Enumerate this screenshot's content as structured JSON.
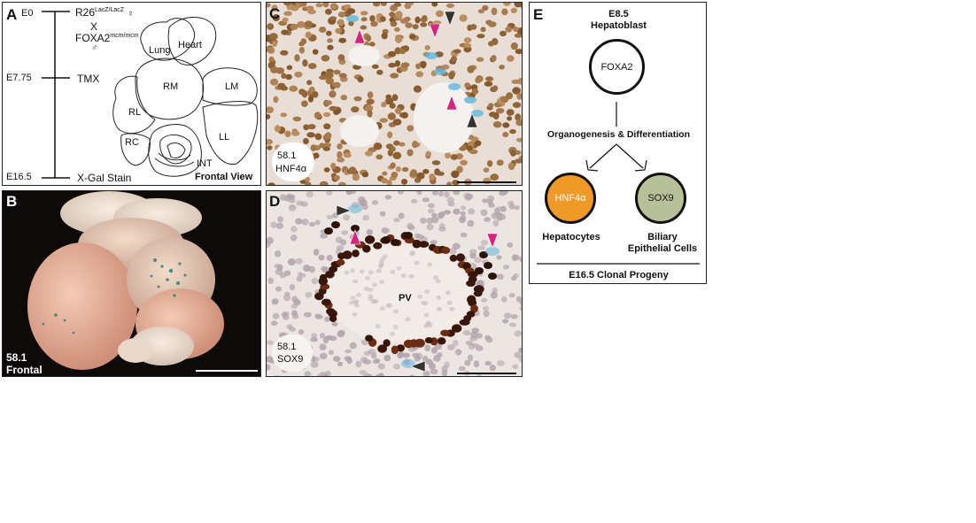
{
  "panelA": {
    "label": "A",
    "timepoints": [
      "E0",
      "E7.75",
      "E16.5"
    ],
    "events": {
      "cross_line1": "R26",
      "cross_line1_sup": "LacZ/LacZ",
      "female_symbol": "♀",
      "cross_x": "X",
      "cross_line2": "FOXA2",
      "cross_line2_sup": "mcm/mcm",
      "male_symbol": "♂",
      "induction": "TMX",
      "stain": "X-Gal Stain"
    },
    "organs": {
      "lung": "Lung",
      "heart": "Heart",
      "rm": "RM",
      "lm": "LM",
      "rl": "RL",
      "rc": "RC",
      "ll": "LL",
      "int": "INT"
    },
    "view_label": "Frontal View"
  },
  "panelB": {
    "label": "B",
    "embryo_id": "58.1",
    "view": "Frontal"
  },
  "panelC": {
    "label": "C",
    "embryo_id": "58.1",
    "marker": "HNF4α"
  },
  "panelD": {
    "label": "D",
    "embryo_id": "58.1",
    "marker": "SOX9",
    "pv": "PV"
  },
  "panelE": {
    "label": "E",
    "top_stage": "E8.5",
    "top_cell": "Hepatoblast",
    "progenitor_marker": "FOXA2",
    "process": "Organogenesis & Differentiation",
    "left_marker": "HNF4α",
    "left_color": "#ef9a27",
    "left_cell": "Hepatocytes",
    "right_marker": "SOX9",
    "right_color": "#b8c09a",
    "right_cell_line1": "Biliary",
    "right_cell_line2": "Epithelial Cells",
    "footer": "E16.5 Clonal Progeny"
  },
  "colors": {
    "magenta_arrow": "#d6237c",
    "black_arrow": "#333333",
    "xgal_blue": "#5eb6dc"
  }
}
